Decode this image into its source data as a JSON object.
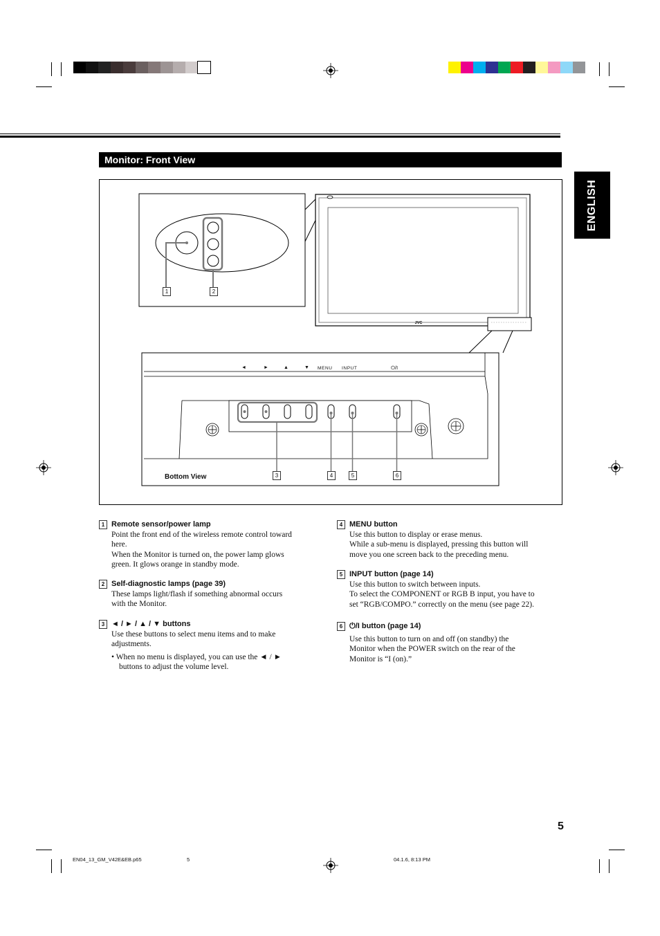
{
  "section_title": "Monitor: Front View",
  "side_tab": "ENGLISH",
  "figure": {
    "bottom_view_label": "Bottom View",
    "button_labels": [
      "◄",
      "►",
      "▲",
      "▼",
      "MENU",
      "INPUT",
      "⏻/I"
    ],
    "brand": "JVC",
    "callouts": [
      "1",
      "2",
      "3",
      "4",
      "5",
      "6"
    ]
  },
  "items": [
    {
      "num": "1",
      "title": "Remote sensor/power lamp",
      "lines": [
        "Point the front end of the wireless remote control toward",
        "here.",
        "When the Monitor is turned on, the power lamp glows",
        "green. It glows orange in standby mode."
      ]
    },
    {
      "num": "2",
      "title": "Self-diagnostic lamps (page 39)",
      "lines": [
        "These lamps light/flash if something abnormal occurs",
        "with the Monitor."
      ]
    },
    {
      "num": "3",
      "title": "◄ / ► / ▲ / ▼ buttons",
      "lines": [
        "Use these buttons to select menu items and to make",
        "adjustments."
      ],
      "bullet": "• When no menu is displayed, you can use the ◄ / ► buttons to adjust the volume level."
    },
    {
      "num": "4",
      "title": "MENU button",
      "lines": [
        "Use this button to display or erase menus.",
        "While a sub-menu is displayed, pressing this button will",
        "move you one screen back to the preceding menu."
      ]
    },
    {
      "num": "5",
      "title": "INPUT button (page 14)",
      "lines": [
        "Use this button to switch between inputs.",
        "To select the COMPONENT or RGB B input, you have to",
        "set “RGB/COMPO.” correctly on the menu (see page 22)."
      ]
    },
    {
      "num": "6",
      "title": "⏻/I button (page 14)",
      "lines": [
        "Use this button to turn on and off (on standby) the",
        "Monitor when the POWER switch on the rear of the",
        "Monitor is “I (on).”"
      ]
    }
  ],
  "page_number": "5",
  "footer": {
    "file": "EN04_13_GM_V42E&EB.p65",
    "page": "5",
    "date": "04.1.6, 8:13 PM"
  },
  "colors": {
    "gray_bar": [
      "#000000",
      "#111111",
      "#222222",
      "#3a2e2e",
      "#4a3c3c",
      "#6b6060",
      "#857878",
      "#9d9494",
      "#b5adad",
      "#d2cccc",
      "#ffffff"
    ],
    "color_bar": [
      "#fff200",
      "#ec008c",
      "#00aeef",
      "#2e3192",
      "#00a651",
      "#ed1c24",
      "#231f20",
      "#fff799",
      "#f49ac1",
      "#8ed8f8",
      "#939598"
    ]
  }
}
